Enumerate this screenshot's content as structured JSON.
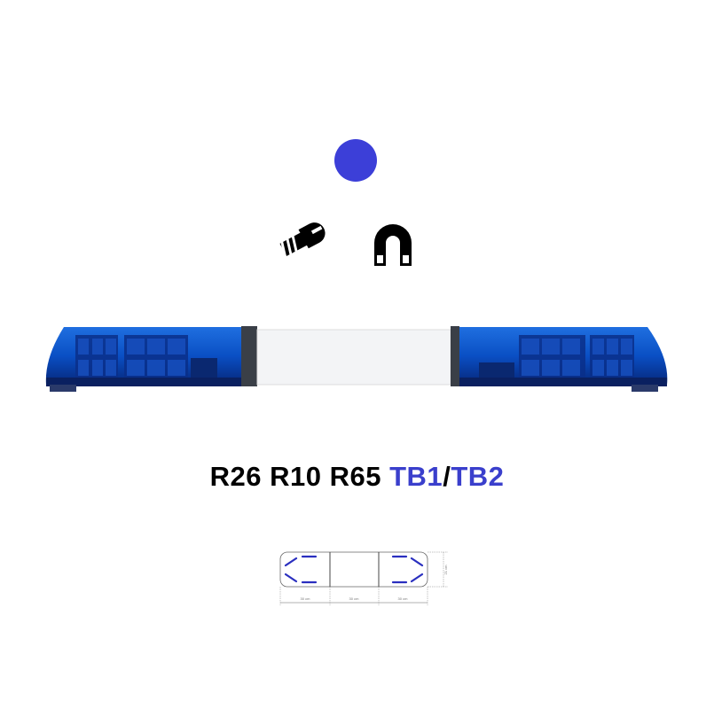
{
  "product": {
    "light_color": "#3c3fd8",
    "mounting_icons": [
      "screw-mount-icon",
      "magnet-mount-icon"
    ],
    "codes": {
      "plain": [
        "R26",
        "R10",
        "R65"
      ],
      "highlighted": [
        "TB1",
        "TB2"
      ],
      "separator": "/",
      "highlight_color": "#3a3fcc"
    },
    "diagram": {
      "section_widths": [
        "30 cm",
        "30 cm",
        "30 cm"
      ],
      "height": "21 cm"
    }
  }
}
